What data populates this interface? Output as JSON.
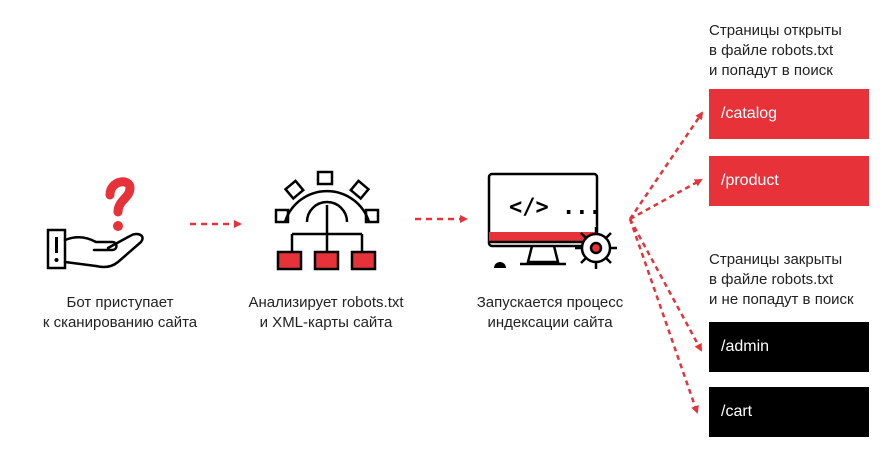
{
  "colors": {
    "accent": "#E8323A",
    "dark": "#000000",
    "arrow": "#E8323A"
  },
  "steps": [
    {
      "icon": "hand-question-icon",
      "caption": "Бот приступает\nк сканированию сайта"
    },
    {
      "icon": "gear-sitemap-icon",
      "caption": "Анализирует robots.txt\nи XML-карты сайта"
    },
    {
      "icon": "monitor-code-icon",
      "caption": "Запускается процесс\nиндексации сайта",
      "screen_text": "</> ..."
    }
  ],
  "open_pages": {
    "caption": "Страницы открыты\nв файле robots.txt\nи попадут в поиск",
    "items": [
      "/catalog",
      "/product"
    ]
  },
  "closed_pages": {
    "caption": "Страницы закрыты\nв файле robots.txt\nи не попадут в поиск",
    "items": [
      "/admin",
      "/cart"
    ]
  }
}
